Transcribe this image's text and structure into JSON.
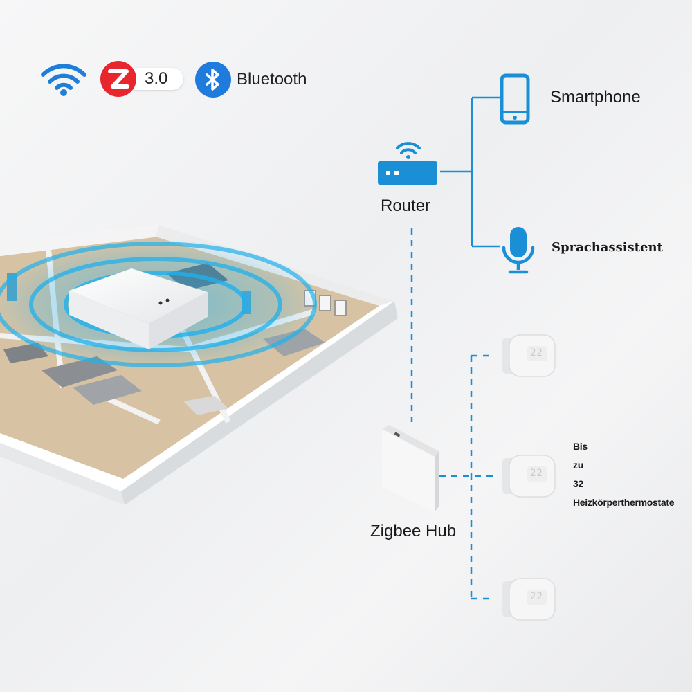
{
  "badges": {
    "zigbee_version": "3.0",
    "bluetooth_label": "Bluetooth"
  },
  "nodes": {
    "smartphone": "Smartphone",
    "router": "Router",
    "voice_assistant": "Sprachassistent",
    "hub": "Zigbee Hub"
  },
  "thermostat_note": {
    "line1": "Bis",
    "line2": "zu",
    "line3": "32",
    "line4": "Heizkörperthermostate"
  },
  "thermostat_display": "22",
  "colors": {
    "accent_blue": "#1a8fd6",
    "wifi_blue": "#1d7fd8",
    "zigbee_red": "#e8262d",
    "bluetooth_blue": "#1f7bdc"
  },
  "icons": [
    "wifi-icon",
    "zigbee-icon",
    "bluetooth-icon",
    "smartphone-icon",
    "router-icon",
    "microphone-icon"
  ]
}
